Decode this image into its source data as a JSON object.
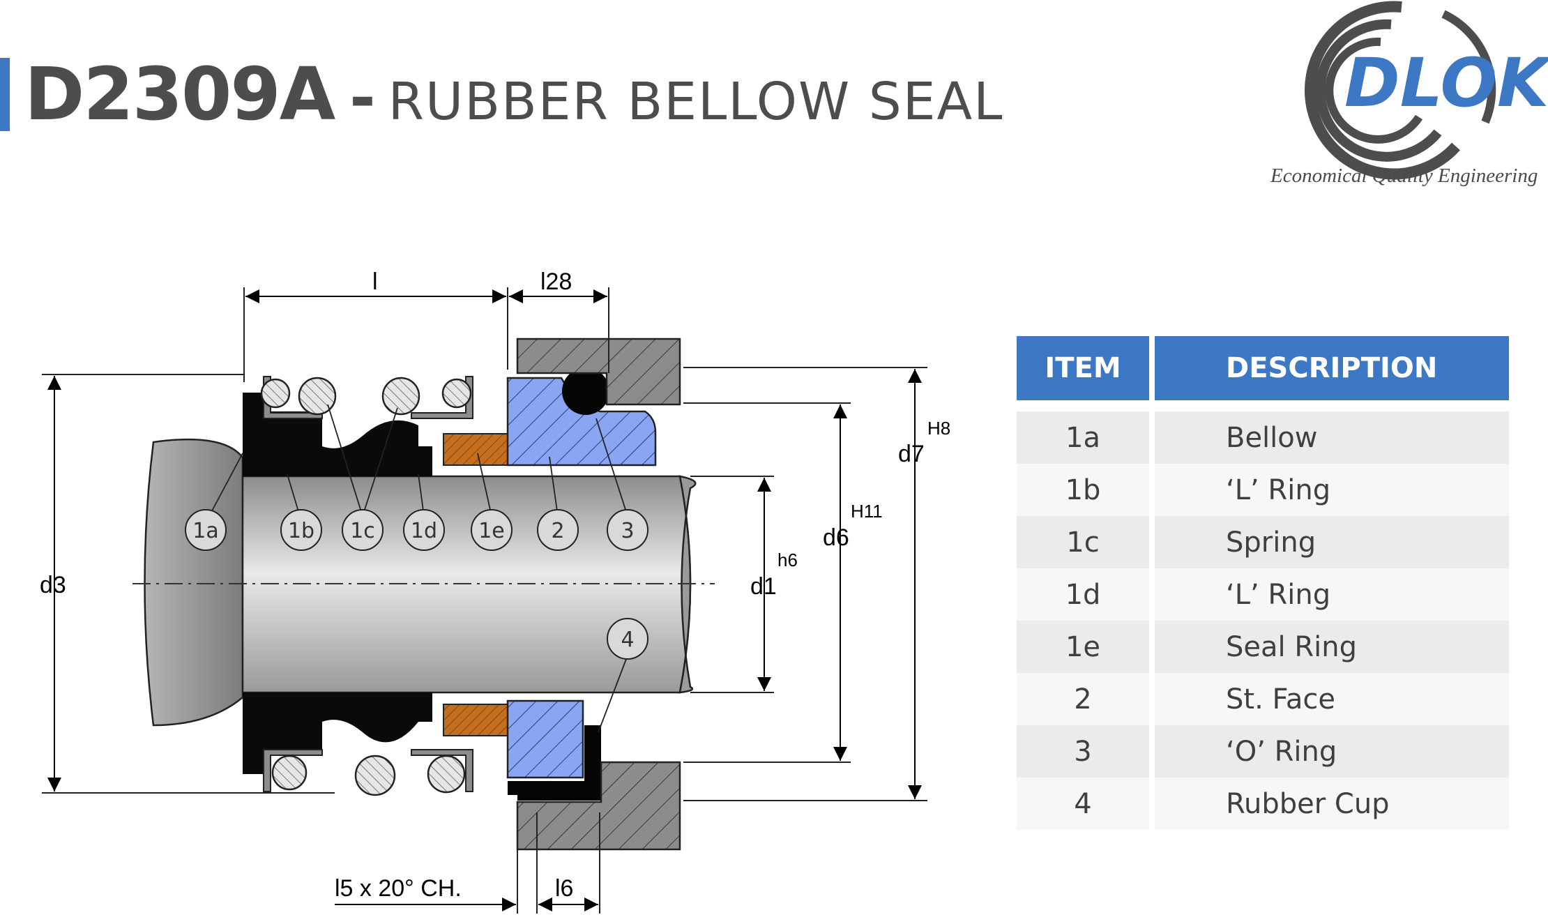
{
  "header": {
    "code": "D2309A",
    "dash": "-",
    "name": "RUBBER BELLOW SEAL",
    "accent_color": "#3c78c3"
  },
  "logo": {
    "text": "DLOK",
    "tagline": "Economical Quality Engineering",
    "colors": {
      "blue": "#3c78c3",
      "gray": "#4d4d4d"
    }
  },
  "drawing": {
    "dimensions": {
      "l": "l",
      "l28": "l28",
      "d3": "d3",
      "d7": "d7",
      "d7_tol": "H8",
      "d6": "d6",
      "d6_tol": "H11",
      "d1": "d1",
      "d1_tol": "h6",
      "l5": "l5 x 20° CH.",
      "l6": "l6"
    },
    "callouts": [
      "1a",
      "1b",
      "1c",
      "1d",
      "1e",
      "2",
      "3",
      "4"
    ],
    "colors": {
      "shaft": "#c4c4c4",
      "rubber": "#0a0a0a",
      "seat_face": "#8aa6f2",
      "seal_ring": "#c46e1e",
      "housing": "#8a8a8a"
    }
  },
  "table": {
    "headers": {
      "item": "ITEM",
      "description": "DESCRIPTION"
    },
    "rows": [
      {
        "item": "1a",
        "description": "Bellow"
      },
      {
        "item": "1b",
        "description": "‘L’ Ring"
      },
      {
        "item": "1c",
        "description": "Spring"
      },
      {
        "item": "1d",
        "description": "‘L’ Ring"
      },
      {
        "item": "1e",
        "description": "Seal Ring"
      },
      {
        "item": "2",
        "description": "St. Face"
      },
      {
        "item": "3",
        "description": "‘O’ Ring"
      },
      {
        "item": "4",
        "description": "Rubber Cup"
      }
    ]
  }
}
